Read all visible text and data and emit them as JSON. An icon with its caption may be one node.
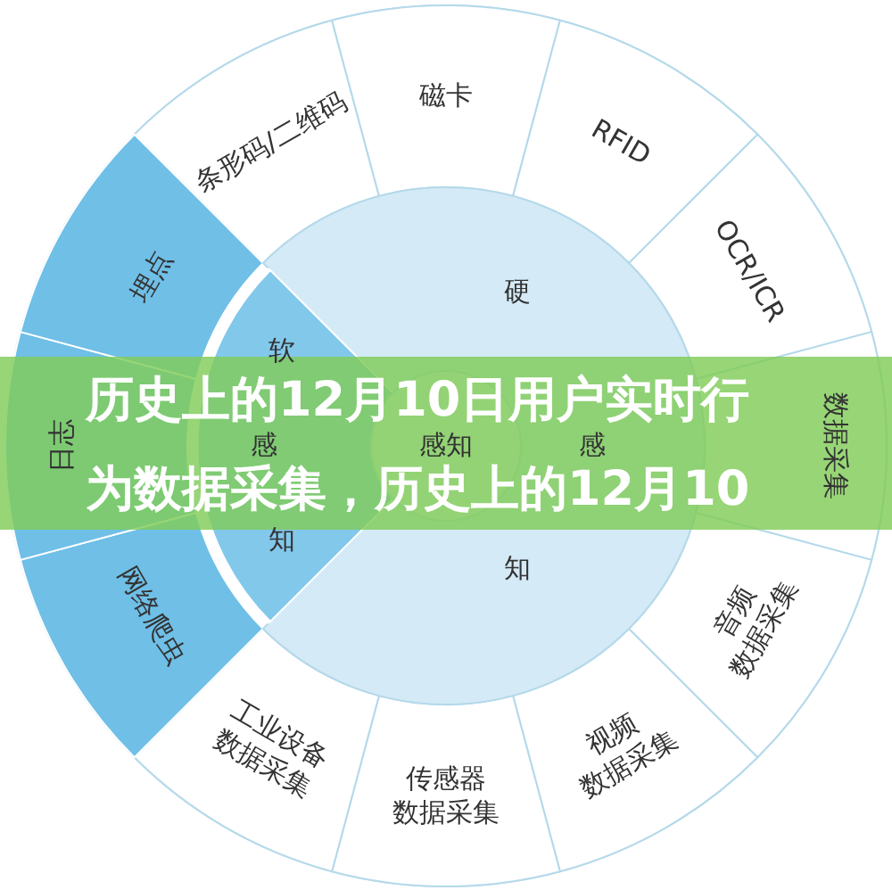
{
  "diagram": {
    "title": "历史上的12月10日用户实时行为数据采集，历史上的12月10",
    "nodes": [
      {
        "text": [
          "条形码/二维码"
        ]
      },
      {
        "text": [
          "磁卡"
        ]
      },
      {
        "text": [
          "RFID"
        ]
      },
      {
        "text": [
          "OCR/ICR"
        ]
      },
      {
        "text": [
          "数据采集"
        ]
      },
      {
        "text": [
          "音频数据采集"
        ]
      },
      {
        "text": [
          "视频数据采集"
        ]
      },
      {
        "text": [
          "传感器数据采集"
        ]
      },
      {
        "text": [
          "工业设备数据采集"
        ]
      },
      {
        "text": [
          "网络爬虫"
        ]
      },
      {
        "text": [
          "日志"
        ]
      },
      {
        "text": [
          "埋点"
        ]
      },
      {
        "text": [
          "硬",
          "感",
          "知"
        ]
      },
      {
        "text": [
          "软",
          "感",
          "知"
        ]
      },
      {
        "text": [
          "感知"
        ]
      }
    ]
  }
}
